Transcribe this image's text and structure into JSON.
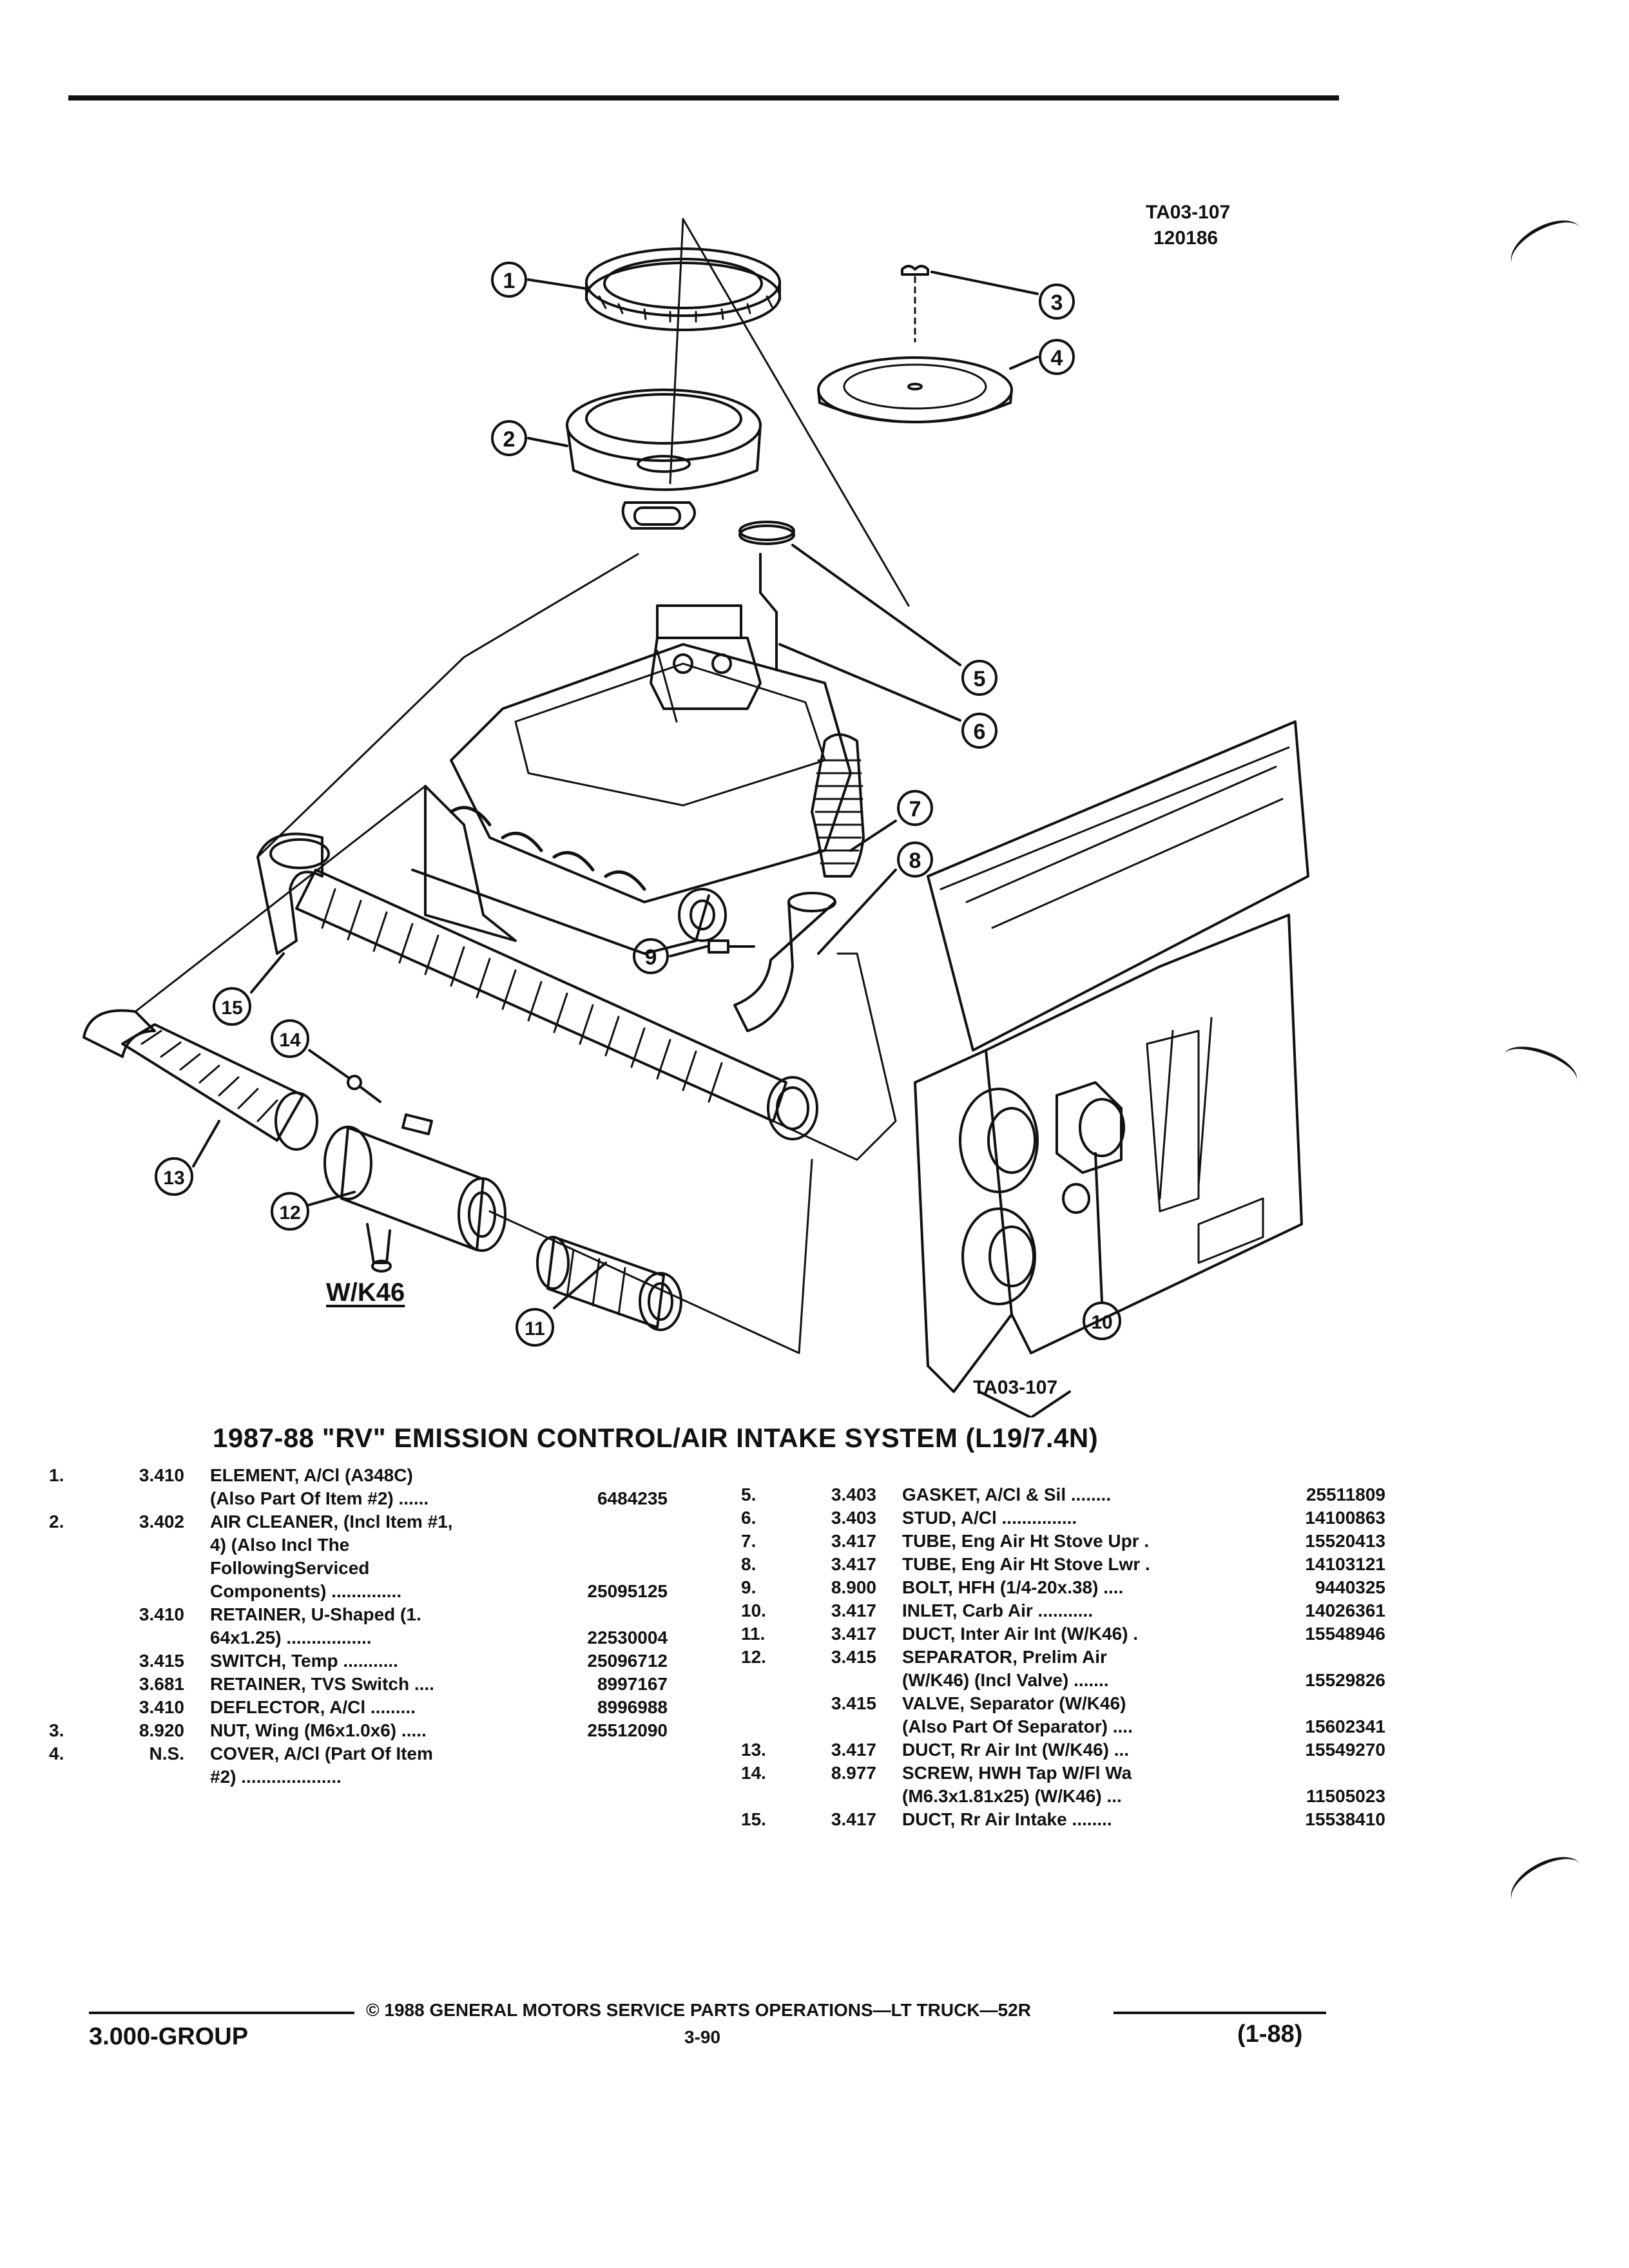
{
  "header": {
    "figure_code": "TA03-107",
    "figure_date": "120186"
  },
  "diagram": {
    "callouts": [
      "1",
      "2",
      "3",
      "4",
      "5",
      "6",
      "7",
      "8",
      "9",
      "10",
      "11",
      "12",
      "13",
      "14",
      "15"
    ],
    "option_label": "W/K46",
    "bottom_code": "TA03-107"
  },
  "title": "1987-88 \"RV\" EMISSION CONTROL/AIR INTAKE SYSTEM (L19/7.4N)",
  "parts_left": [
    {
      "num": "1.",
      "cat": "3.410",
      "desc": "ELEMENT, A/Cl (A348C)",
      "pn": ""
    },
    {
      "num": "",
      "cat": "",
      "desc": "(Also Part Of Item #2) ......",
      "pn": "6484235"
    },
    {
      "num": "2.",
      "cat": "3.402",
      "desc": "AIR CLEANER, (Incl Item #1,",
      "pn": ""
    },
    {
      "num": "",
      "cat": "",
      "desc": "4) (Also Incl The",
      "pn": ""
    },
    {
      "num": "",
      "cat": "",
      "desc": "FollowingServiced",
      "pn": ""
    },
    {
      "num": "",
      "cat": "",
      "desc": "Components) ..............",
      "pn": "25095125"
    },
    {
      "num": "",
      "cat": "3.410",
      "desc": "RETAINER, U-Shaped (1.",
      "pn": ""
    },
    {
      "num": "",
      "cat": "",
      "desc": "64x1.25) .................",
      "pn": "22530004"
    },
    {
      "num": "",
      "cat": "3.415",
      "desc": "SWITCH, Temp ...........",
      "pn": "25096712"
    },
    {
      "num": "",
      "cat": "3.681",
      "desc": "RETAINER, TVS Switch ....",
      "pn": "8997167"
    },
    {
      "num": "",
      "cat": "3.410",
      "desc": "DEFLECTOR, A/Cl .........",
      "pn": "8996988"
    },
    {
      "num": "3.",
      "cat": "8.920",
      "desc": "NUT, Wing (M6x1.0x6) .....",
      "pn": "25512090"
    },
    {
      "num": "4.",
      "cat": "N.S.",
      "desc": "COVER, A/Cl (Part Of Item",
      "pn": ""
    },
    {
      "num": "",
      "cat": "",
      "desc": "#2) ....................",
      "pn": ""
    }
  ],
  "parts_right": [
    {
      "num": "5.",
      "cat": "3.403",
      "desc": "GASKET, A/Cl & Sil ........",
      "pn": "25511809"
    },
    {
      "num": "6.",
      "cat": "3.403",
      "desc": "STUD, A/Cl ...............",
      "pn": "14100863"
    },
    {
      "num": "7.",
      "cat": "3.417",
      "desc": "TUBE, Eng Air Ht Stove Upr .",
      "pn": "15520413"
    },
    {
      "num": "8.",
      "cat": "3.417",
      "desc": "TUBE, Eng Air Ht Stove Lwr .",
      "pn": "14103121"
    },
    {
      "num": "9.",
      "cat": "8.900",
      "desc": "BOLT, HFH (1/4-20x.38) ....",
      "pn": "9440325"
    },
    {
      "num": "10.",
      "cat": "3.417",
      "desc": "INLET, Carb Air ...........",
      "pn": "14026361"
    },
    {
      "num": "11.",
      "cat": "3.417",
      "desc": "DUCT, Inter Air Int (W/K46) .",
      "pn": "15548946"
    },
    {
      "num": "12.",
      "cat": "3.415",
      "desc": "SEPARATOR, Prelim Air",
      "pn": ""
    },
    {
      "num": "",
      "cat": "",
      "desc": "(W/K46) (Incl Valve) .......",
      "pn": "15529826"
    },
    {
      "num": "",
      "cat": "3.415",
      "desc": "VALVE, Separator (W/K46)",
      "pn": ""
    },
    {
      "num": "",
      "cat": "",
      "desc": "(Also Part Of Separator) ....",
      "pn": "15602341"
    },
    {
      "num": "13.",
      "cat": "3.417",
      "desc": "DUCT, Rr Air Int (W/K46) ...",
      "pn": "15549270"
    },
    {
      "num": "14.",
      "cat": "8.977",
      "desc": "SCREW, HWH Tap W/Fl Wa",
      "pn": ""
    },
    {
      "num": "",
      "cat": "",
      "desc": "(M6.3x1.81x25) (W/K46) ...",
      "pn": "11505023"
    },
    {
      "num": "15.",
      "cat": "3.417",
      "desc": "DUCT, Rr Air Intake ........",
      "pn": "15538410"
    }
  ],
  "footer": {
    "copyright": "© 1988 GENERAL MOTORS SERVICE PARTS OPERATIONS—LT TRUCK—52R",
    "group": "3.000-GROUP",
    "page": "3-90",
    "revision": "(1-88)"
  }
}
